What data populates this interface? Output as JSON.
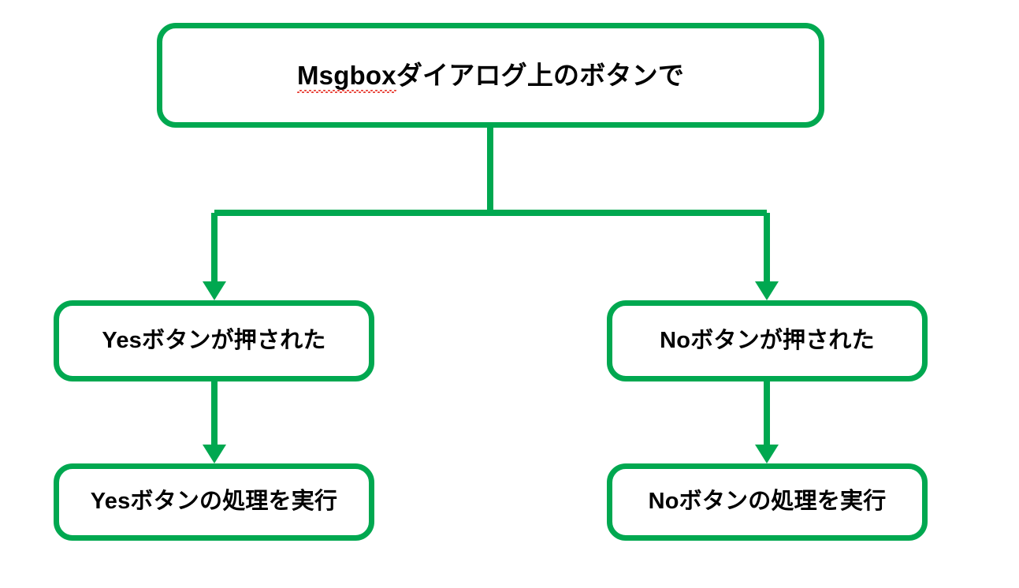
{
  "diagram": {
    "title": "Msgbox dialog button branching flowchart",
    "accent_color": "#00a850",
    "text_color": "#000000",
    "background_color": "#ffffff",
    "connector_color": "#00a850"
  },
  "nodes": {
    "root": {
      "misspelled_word": "Msgbox",
      "rest": "ダイアログ上のボタンで",
      "full_text": "Msgboxダイアログ上のボタンで"
    },
    "yes_pressed": {
      "label": "Yesボタンが押された"
    },
    "no_pressed": {
      "label": "Noボタンが押された"
    },
    "yes_action": {
      "label": "Yesボタンの処理を実行"
    },
    "no_action": {
      "label": "Noボタンの処理を実行"
    }
  },
  "connectors": [
    {
      "name": "root-to-split",
      "from": "root",
      "to": "split-bar",
      "arrow": false
    },
    {
      "name": "split-to-yes-pressed",
      "from": "split-bar",
      "to": "yes_pressed",
      "arrow": true
    },
    {
      "name": "split-to-no-pressed",
      "from": "split-bar",
      "to": "no_pressed",
      "arrow": true
    },
    {
      "name": "yes-pressed-to-yes-action",
      "from": "yes_pressed",
      "to": "yes_action",
      "arrow": true
    },
    {
      "name": "no-pressed-to-no-action",
      "from": "no_pressed",
      "to": "no_action",
      "arrow": true
    }
  ]
}
